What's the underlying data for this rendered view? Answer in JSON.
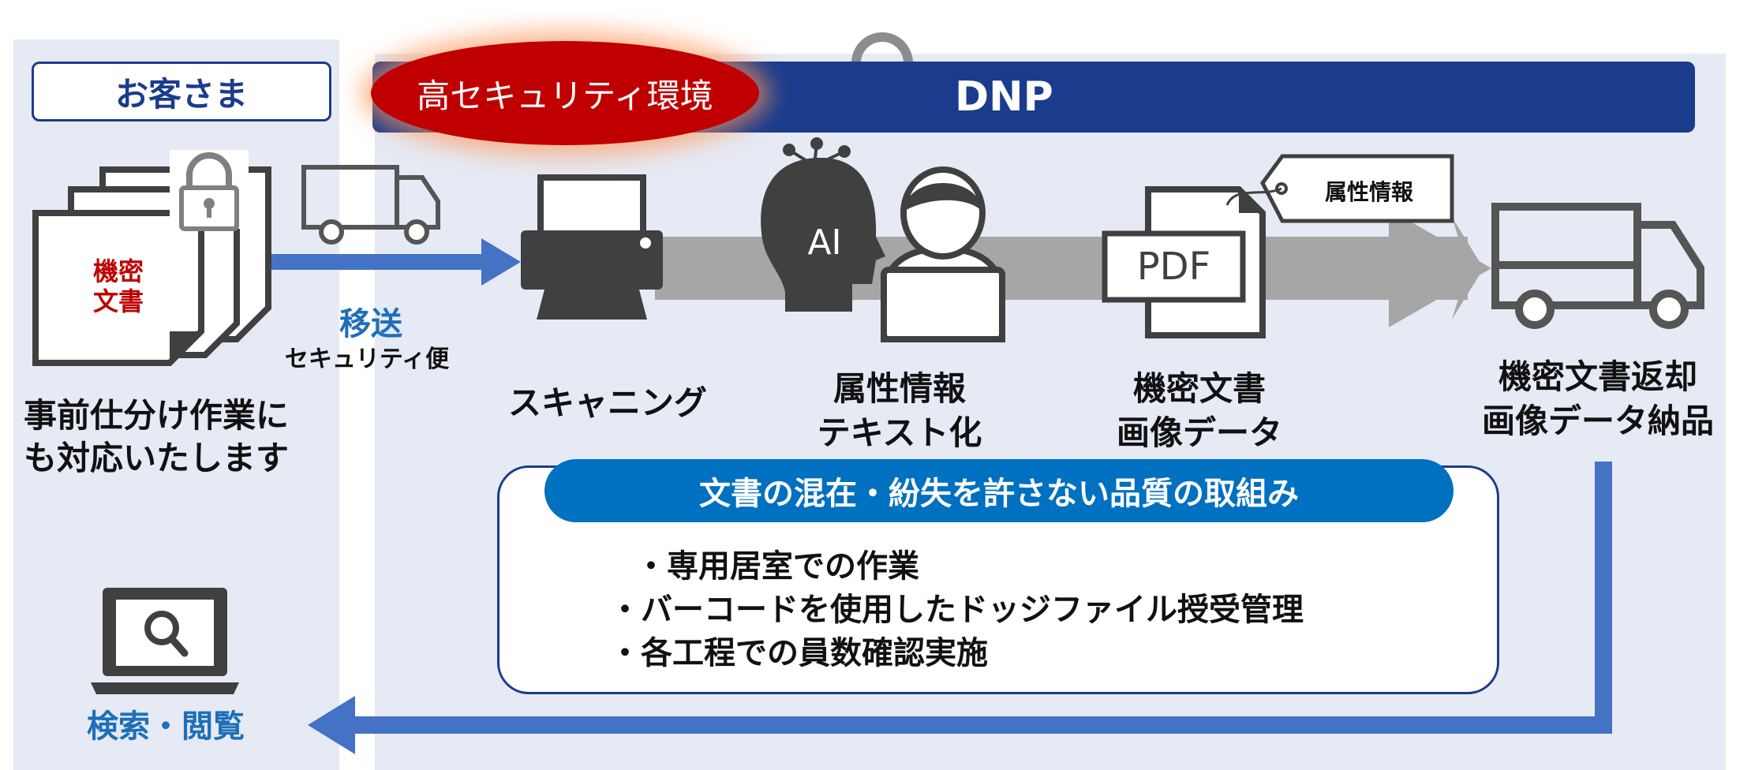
{
  "customer": {
    "label": "お客さま",
    "doc_text_line1": "機密",
    "doc_text_line2": "文書",
    "note_line1": "事前仕分け作業に",
    "note_line2": "も対応いたします",
    "search_label": "検索・閲覧"
  },
  "transport": {
    "label": "移送",
    "sublabel": "セキュリティ便"
  },
  "security_zone": {
    "badge": "高セキュリティ環境",
    "provider": "DNP"
  },
  "steps": [
    {
      "label_line1": "スキャニング",
      "label_line2": ""
    },
    {
      "label_line1": "属性情報",
      "label_line2": "テキスト化"
    },
    {
      "label_line1": "機密文書",
      "label_line2": "画像データ"
    },
    {
      "label_line1": "機密文書返却",
      "label_line2": "画像データ納品"
    }
  ],
  "icons": {
    "ai_text": "AI",
    "pdf_text": "PDF",
    "tag_text": "属性情報"
  },
  "quality": {
    "title": "文書の混在・紛失を許さない品質の取組み",
    "items": [
      "・専用居室での作業",
      "・バーコードを使用したドッジファイル授受管理",
      "・各工程での員数確認実施"
    ]
  },
  "colors": {
    "navy": "#1b3c8c",
    "accent_blue": "#0070c0",
    "arrow_blue": "#4472c4",
    "red": "#c00000",
    "panel_bg": "#e6eaf4"
  }
}
